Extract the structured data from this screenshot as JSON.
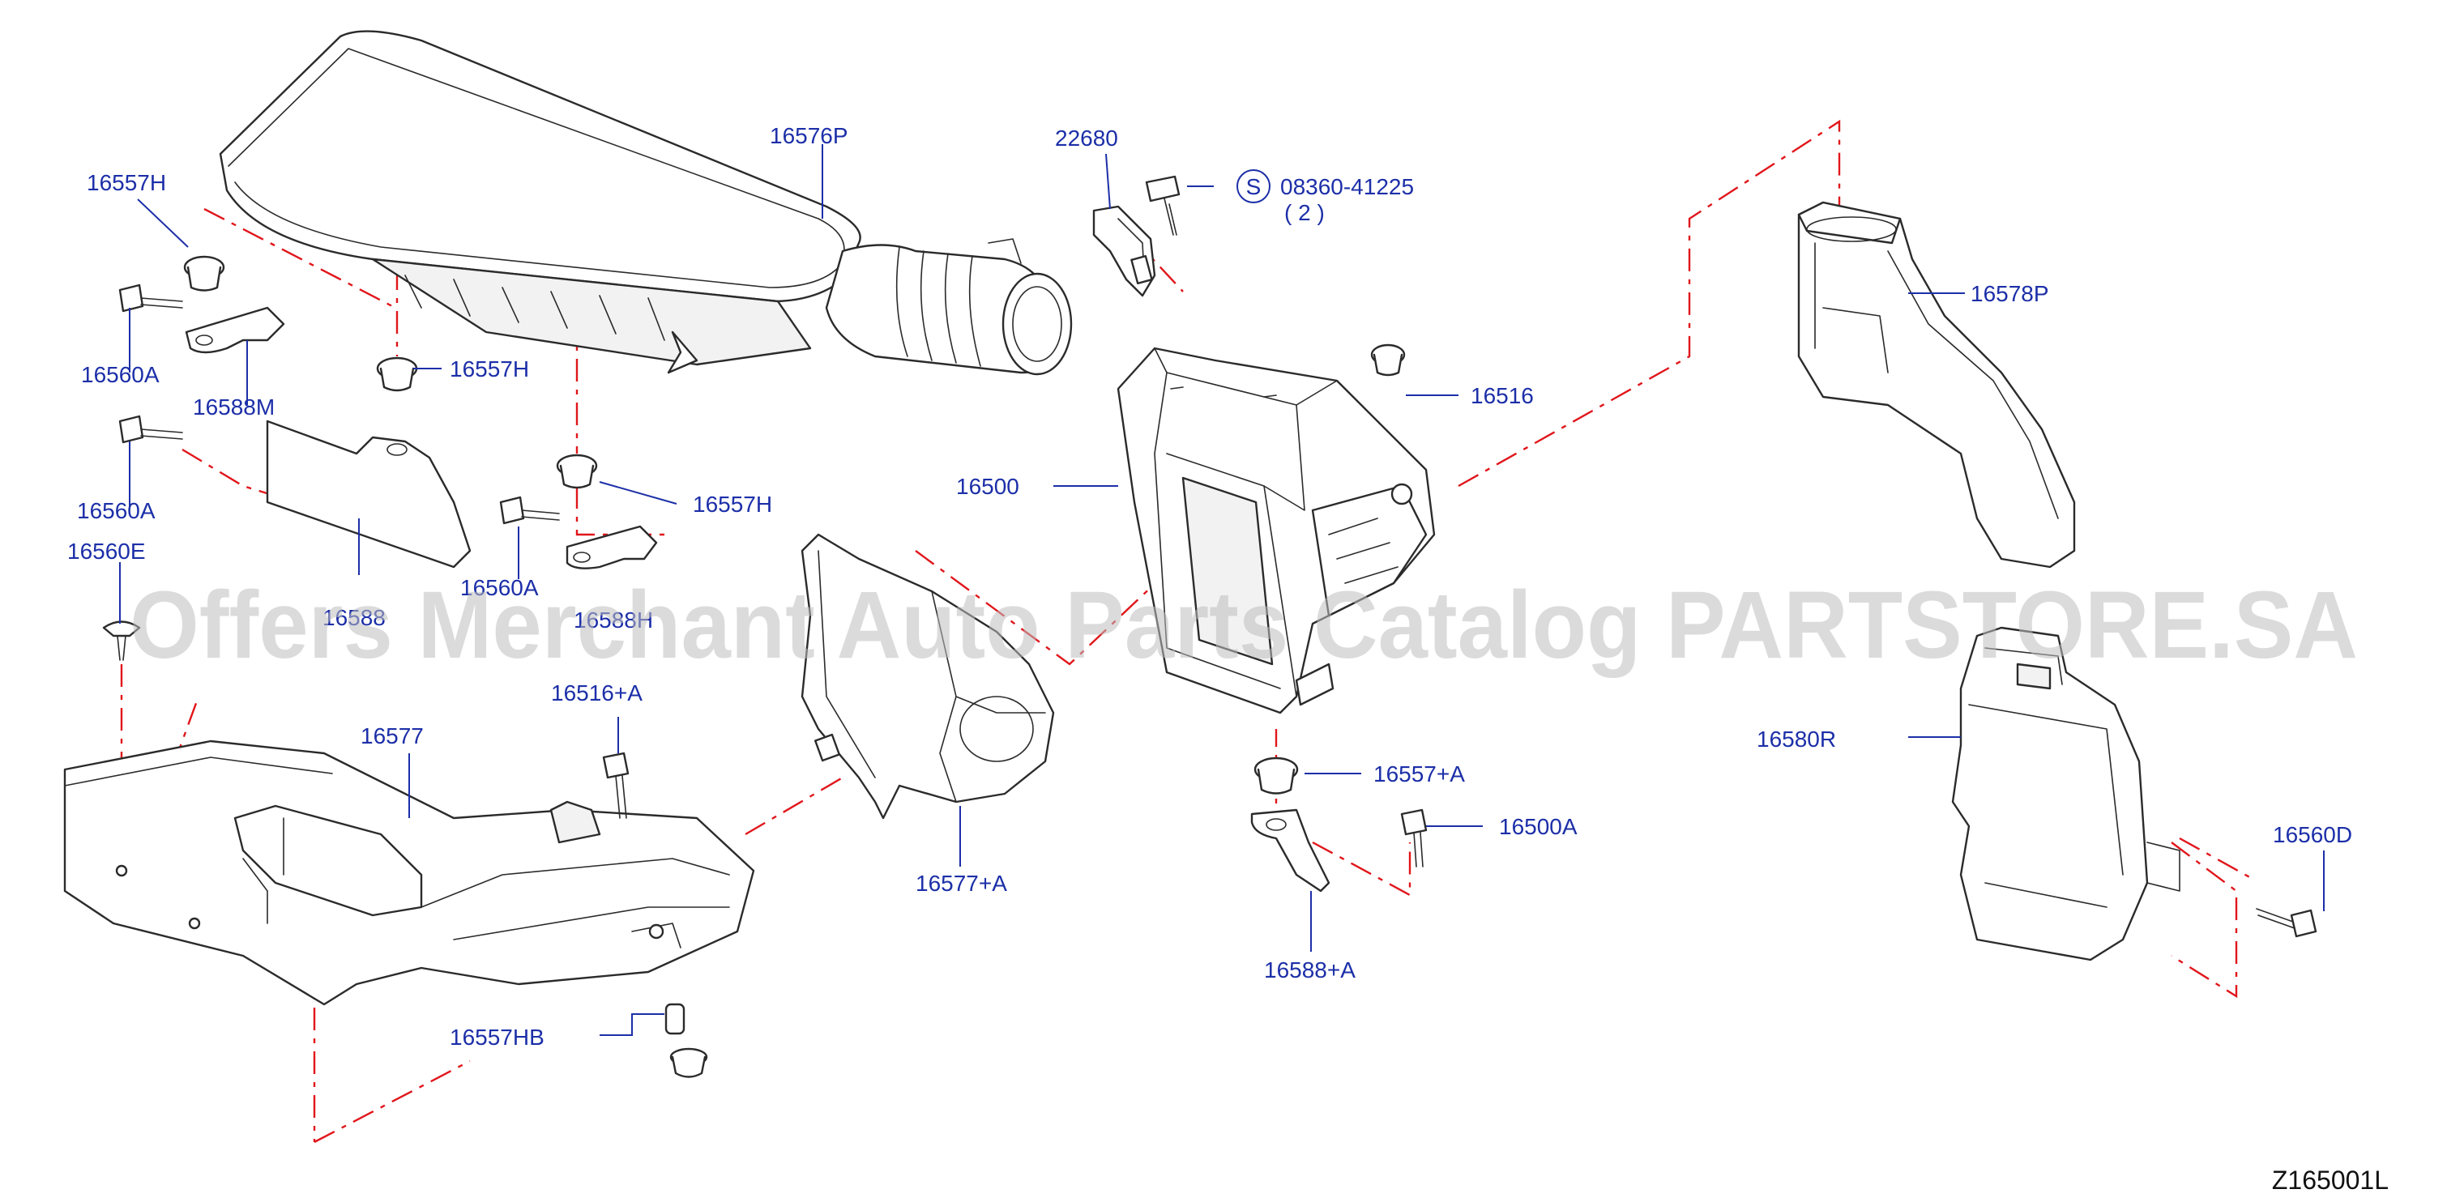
{
  "diagram": {
    "code": "Z165001L",
    "watermark": "Offers Merchant Auto Parts Catalog PARTSTORE.SA",
    "labels": {
      "p16557H_a": "16557H",
      "p16576P": "16576P",
      "p22680": "22680",
      "p08360": "08360-41225",
      "p08360_qty": "( 2 )",
      "s_mark": "S",
      "p16578P": "16578P",
      "p16560A_a": "16560A",
      "p16588M": "16588M",
      "p16557H_b": "16557H",
      "p16516": "16516",
      "p16560A_b": "16560A",
      "p16557H_c": "16557H",
      "p16500": "16500",
      "p16560E": "16560E",
      "p16560A_c": "16560A",
      "p16588_partial": "16588",
      "p16588_partial2": "16588H",
      "p16516A": "16516+A",
      "p16577": "16577",
      "p16557A": "16557+A",
      "p16580R": "16580R",
      "p16500A": "16500A",
      "p16560D": "16560D",
      "p16577A": "16577+A",
      "p16588A": "16588+A",
      "p16557HB": "16557HB"
    }
  }
}
